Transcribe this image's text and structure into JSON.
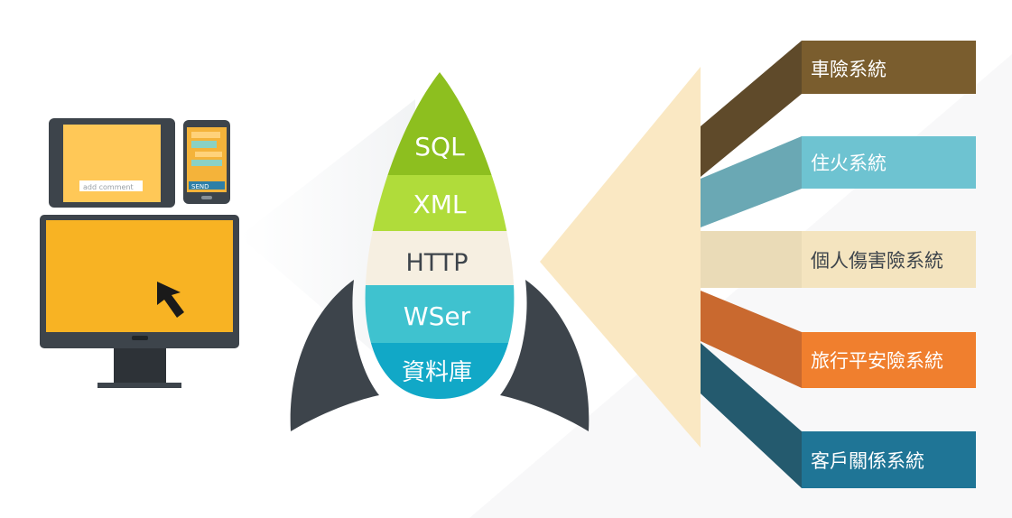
{
  "devices": {
    "tablet_comment_placeholder": "add comment",
    "phone_send_label": "SEND"
  },
  "rocket": {
    "layers": [
      {
        "label": "SQL",
        "color": "#8dbf1f"
      },
      {
        "label": "XML",
        "color": "#b0dc3a"
      },
      {
        "label": "HTTP",
        "color": "#f6efe1"
      },
      {
        "label": "WSer",
        "color": "#3fc2cf"
      },
      {
        "label": "資料庫",
        "color": "#11a8c7"
      }
    ]
  },
  "systems": [
    {
      "label": "車險系統",
      "color": "#7a5d2e",
      "ribbon": "#5f4a2a"
    },
    {
      "label": "住火系統",
      "color": "#6ec3d1",
      "ribbon": "#6aa8b4"
    },
    {
      "label": "個人傷害險系統",
      "color": "#f4e4bf",
      "ribbon": "#eadbb7"
    },
    {
      "label": "旅行平安險系統",
      "color": "#f07f2e",
      "ribbon": "#c9692f"
    },
    {
      "label": "客戶關係系統",
      "color": "#1f7596",
      "ribbon": "#245a6e"
    }
  ],
  "colors": {
    "dark": "#3d444b",
    "screen": "#f8b323",
    "tablet_screen": "#ffc857",
    "fan": "#fae8c3"
  }
}
